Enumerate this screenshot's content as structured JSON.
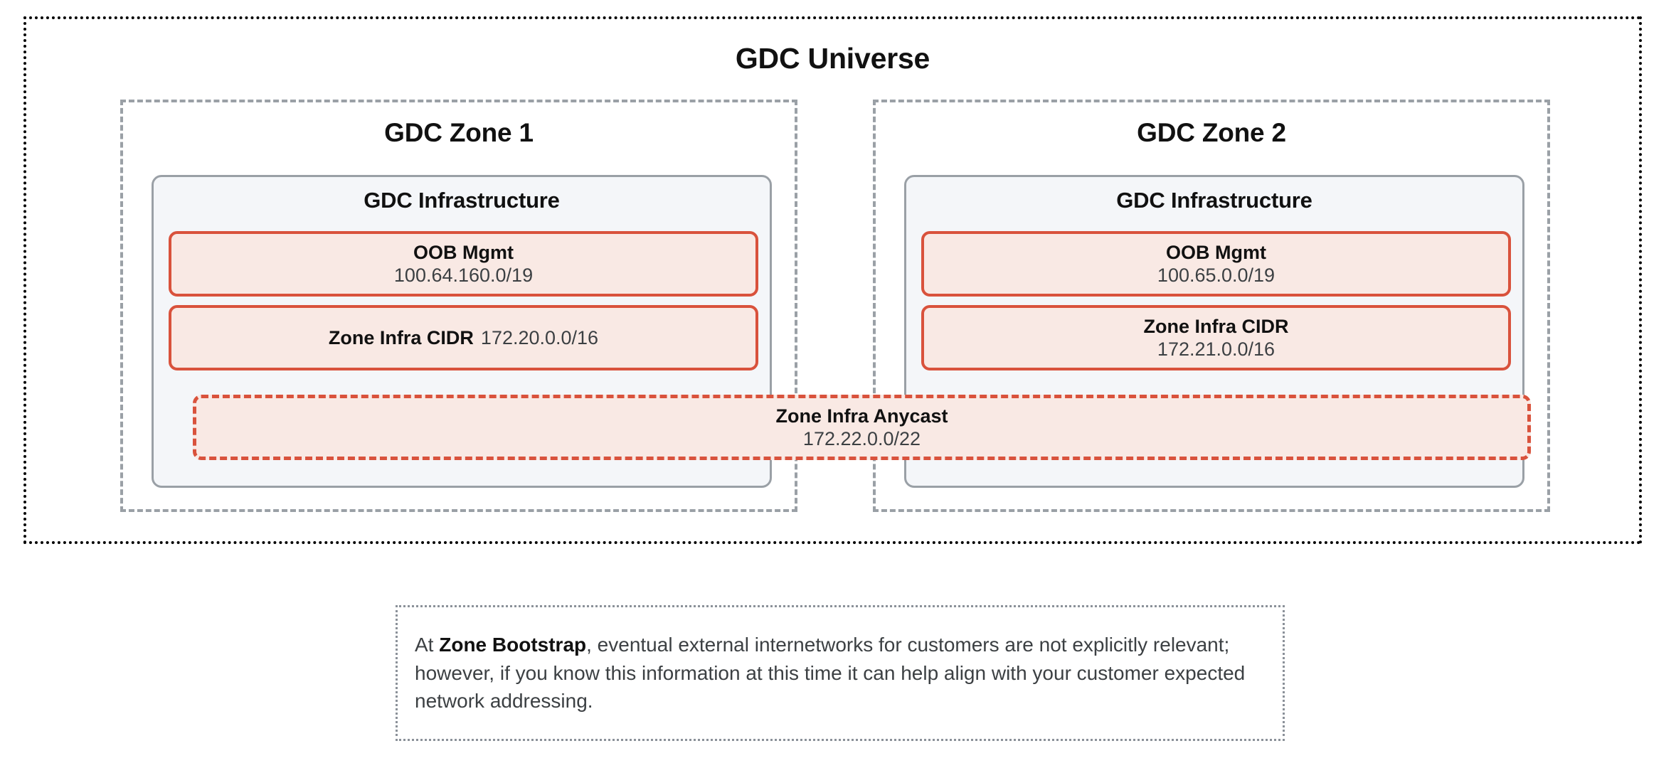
{
  "diagram": {
    "universe": {
      "title": "GDC Universe",
      "border_style": "dotted",
      "border_color": "#000000"
    },
    "zones": [
      {
        "title": "GDC Zone 1",
        "infrastructure": {
          "title": "GDC Infrastructure",
          "blocks": [
            {
              "label": "OOB Mgmt",
              "value": "100.64.160.0/19",
              "layout": "stacked",
              "border_style": "solid"
            },
            {
              "label": "Zone Infra CIDR",
              "value": "172.20.0.0/16",
              "layout": "inline",
              "border_style": "solid"
            }
          ]
        }
      },
      {
        "title": "GDC Zone 2",
        "infrastructure": {
          "title": "GDC Infrastructure",
          "blocks": [
            {
              "label": "OOB Mgmt",
              "value": "100.65.0.0/19",
              "layout": "stacked",
              "border_style": "solid"
            },
            {
              "label": "Zone Infra CIDR",
              "value": "172.21.0.0/16",
              "layout": "stacked",
              "border_style": "solid"
            }
          ]
        }
      }
    ],
    "anycast": {
      "label": "Zone Infra Anycast",
      "value": "172.22.0.0/22",
      "border_style": "dashed",
      "spans_zones": true
    },
    "note": {
      "prefix": "At ",
      "emphasis": "Zone Bootstrap",
      "body": ", eventual external internetworks for customers are not explicitly relevant; however, if you know this information at this time it can help align with your customer expected network addressing."
    },
    "colors": {
      "accent_red": "#d9523c",
      "accent_red_fill": "#f9e9e4",
      "zone_border_gray": "#9aa0a6",
      "infra_fill": "#f4f6f9",
      "note_border_gray": "#8b9199",
      "text_primary": "#111111",
      "text_secondary": "#3c4043"
    }
  }
}
